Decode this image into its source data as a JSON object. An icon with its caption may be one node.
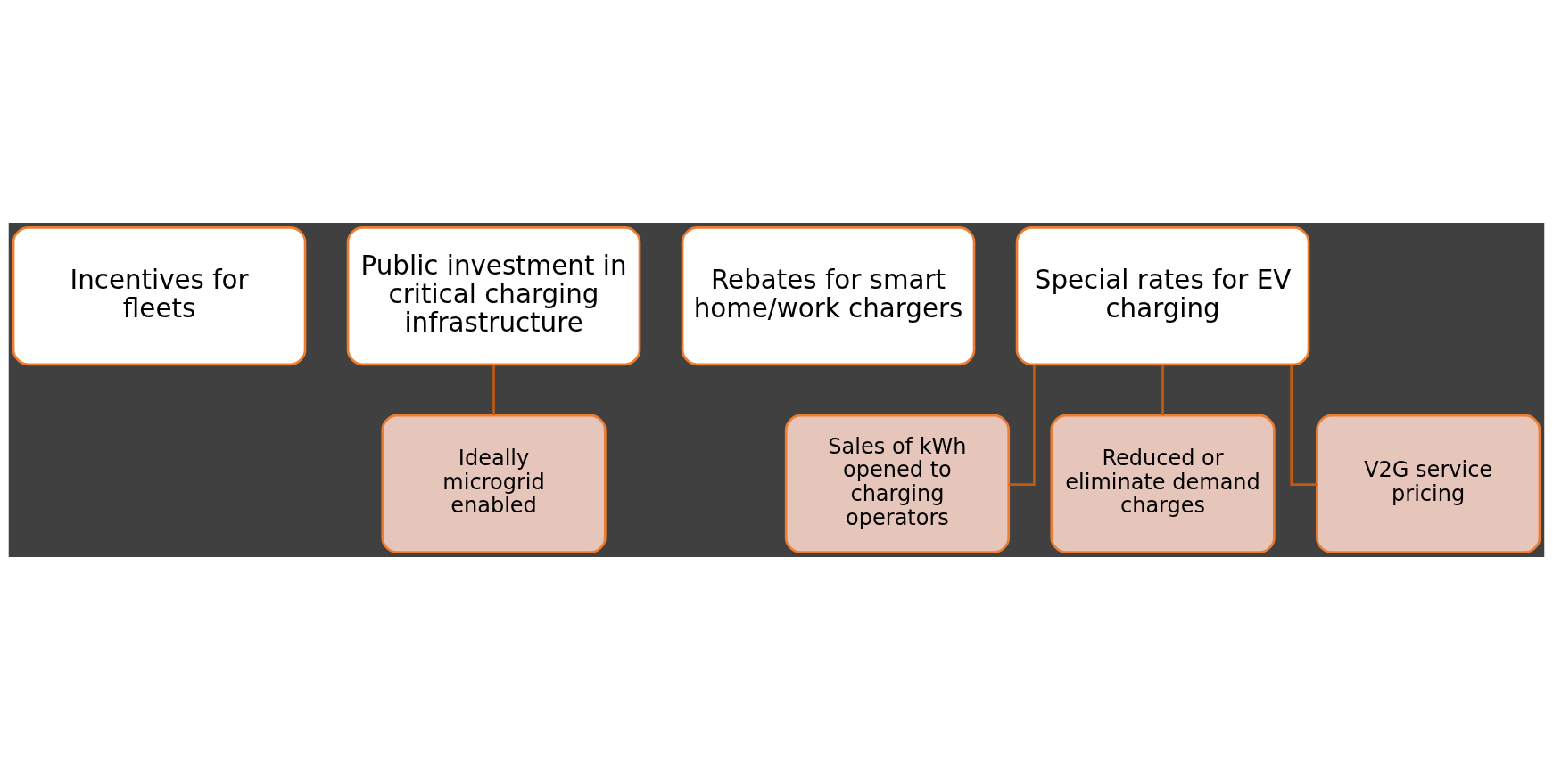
{
  "diagram": {
    "nodes": [
      {
        "text": [
          "Incentives for fleets"
        ]
      },
      {
        "text": [
          "Public investment in critical charging infrastructure"
        ]
      },
      {
        "text": [
          "Ideally microgrid enabled"
        ]
      },
      {
        "text": [
          "Rebates for smart home/work chargers"
        ]
      },
      {
        "text": [
          "Special rates for EV charging"
        ]
      },
      {
        "text": [
          "Sales of kWh opened to charging operators"
        ]
      },
      {
        "text": [
          "Reduced or eliminate demand charges"
        ]
      },
      {
        "text": [
          "V2G service pricing"
        ]
      }
    ],
    "edges": [
      {
        "from": 1,
        "to": 2,
        "arrow": "none"
      },
      {
        "from": 4,
        "to": 5,
        "arrow": "none"
      },
      {
        "from": 4,
        "to": 6,
        "arrow": "none"
      },
      {
        "from": 4,
        "to": 7,
        "arrow": "none"
      }
    ]
  }
}
